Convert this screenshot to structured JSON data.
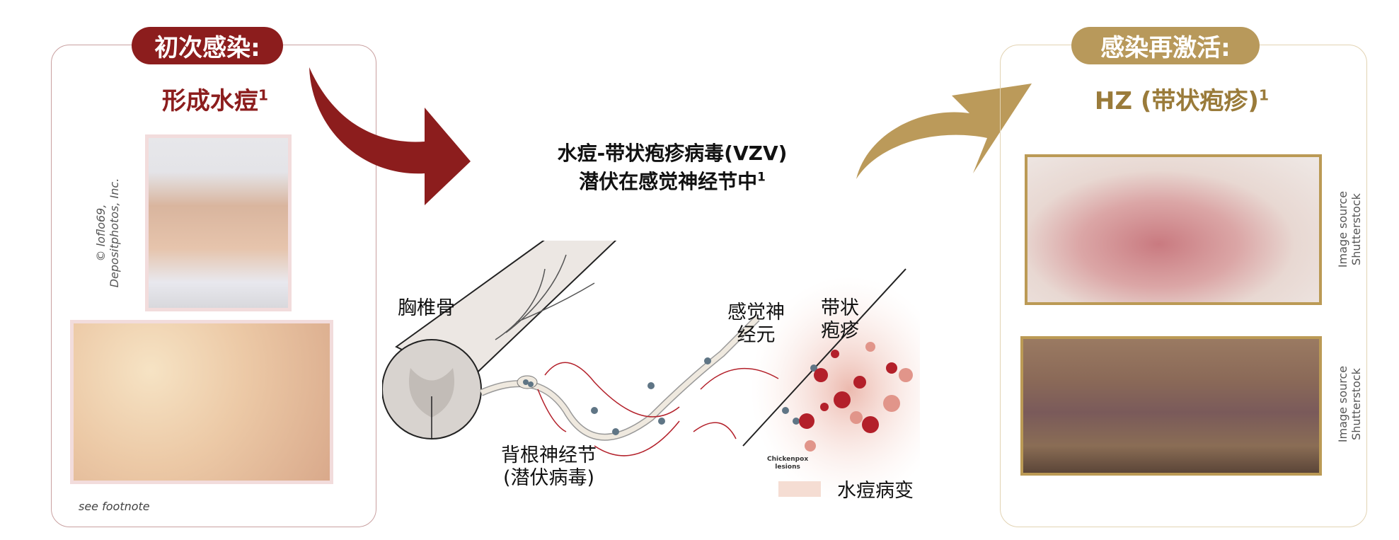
{
  "primary_infection": {
    "badge": "初次感染:",
    "subtitle": "形成水痘",
    "subtitle_ref": "1",
    "photo_credit_line1": "© loflo69,",
    "photo_credit_line2": "Depositphotos, Inc.",
    "footnote": "see footnote"
  },
  "latency": {
    "title_line1": "水痘-带状疱疹病毒(VZV)",
    "title_line2": "潜伏在感觉神经节中",
    "title_ref": "1"
  },
  "diagram": {
    "spine_label": "胸椎骨",
    "neuron_label_line1": "感觉神",
    "neuron_label_line2": "经元",
    "hz_label_line1": "带状",
    "hz_label_line2": "疱疹",
    "ganglion_label_line1": "背根神经节",
    "ganglion_label_line2": "(潜伏病毒)",
    "chickenpox_small_line1": "Chickenpox",
    "chickenpox_small_line2": "lesions",
    "lesion_label": "水痘病变"
  },
  "reactivation": {
    "badge": "感染再激活:",
    "subtitle": "HZ (带状疱疹)",
    "subtitle_ref": "1",
    "image_source_1_line1": "Image source",
    "image_source_1_line2": "Shutterstock",
    "image_source_2_line1": "Image source",
    "image_source_2_line2": "Shutterstock"
  },
  "colors": {
    "primary_red": "#8c1d1d",
    "reactivation_gold": "#b8995b",
    "gold_text": "#9a7b3a"
  }
}
